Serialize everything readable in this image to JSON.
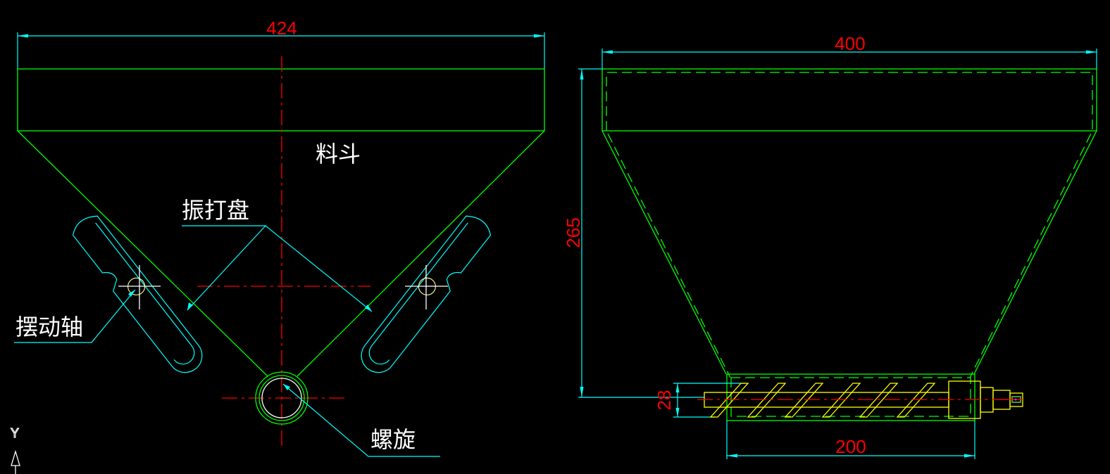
{
  "drawing": {
    "front_view": {
      "width_dimension": "424",
      "labels": {
        "hopper": "料斗",
        "rapping_plate": "振打盘",
        "swing_shaft": "摆动轴",
        "screw": "螺旋"
      }
    },
    "side_view": {
      "width_dimension": "400",
      "height_dimension": "265",
      "screw_diameter_dimension": "28",
      "trough_length_dimension": "200"
    },
    "ucs_axis_label": "Y",
    "colors": {
      "background": "#000000",
      "outline": "#00ff00",
      "dimension_line": "#00ffff",
      "dimension_text": "#ff0000",
      "centerline": "#ff0000",
      "screw": "#ffff00",
      "label_text": "#ffffff"
    }
  }
}
